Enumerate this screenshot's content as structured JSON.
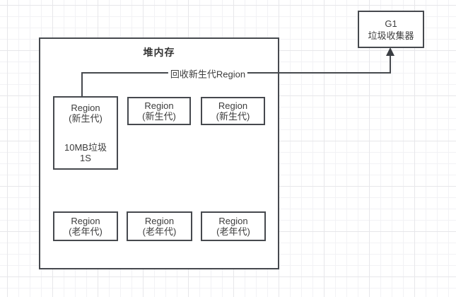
{
  "colors": {
    "line": "#46494e",
    "text": "#3c3c3c",
    "shape_background": "#ffffff",
    "grid_minor": "#f2f2f5",
    "grid_major": "#e7e7ea",
    "canvas_background": "#ffffff"
  },
  "heap": {
    "title": "堆内存",
    "young_detailed": {
      "name": "Region",
      "generation": "(新生代)",
      "garbage": "10MB垃圾",
      "duration": "1S"
    },
    "young": [
      {
        "name": "Region",
        "generation": "(新生代)"
      },
      {
        "name": "Region",
        "generation": "(新生代)"
      }
    ],
    "old": [
      {
        "name": "Region",
        "generation": "(老年代)"
      },
      {
        "name": "Region",
        "generation": "(老年代)"
      },
      {
        "name": "Region",
        "generation": "(老年代)"
      }
    ]
  },
  "collector": {
    "name": "G1",
    "label": "垃圾收集器"
  },
  "connector": {
    "label": "回收新生代Region"
  }
}
